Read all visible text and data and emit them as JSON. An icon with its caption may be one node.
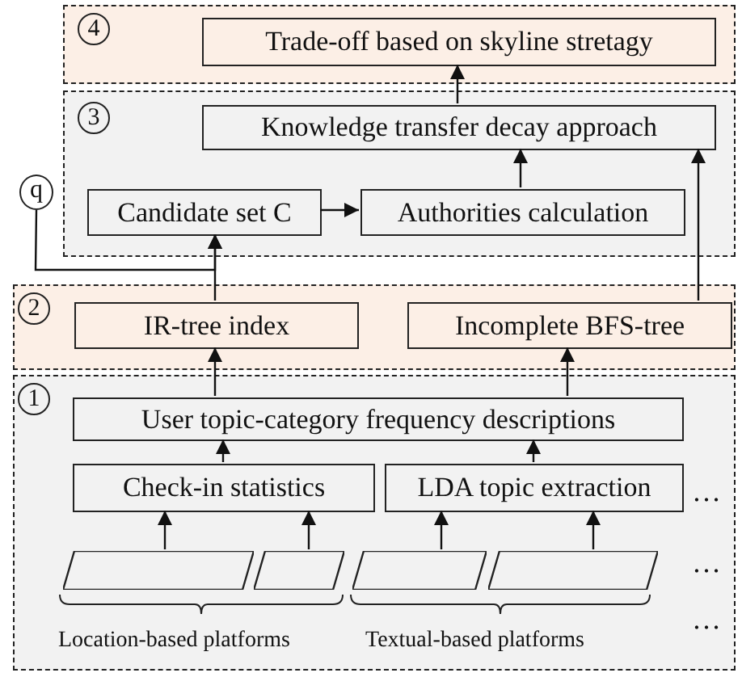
{
  "diagram": {
    "nodes": [
      {
        "text": [
          "4"
        ]
      },
      {
        "text": [
          "Trade-off based on skyline stretagy"
        ],
        "in": 0
      },
      {
        "text": [
          "3"
        ]
      },
      {
        "text": [
          "Knowledge transfer decay approach"
        ],
        "in": 2
      },
      {
        "text": [
          "Candidate set C"
        ],
        "in": 2
      },
      {
        "text": [
          "Authorities calculation"
        ],
        "in": 2
      },
      {
        "text": [
          "q"
        ]
      },
      {
        "text": [
          "2"
        ]
      },
      {
        "text": [
          "IR-tree index"
        ],
        "in": 7
      },
      {
        "text": [
          "Incomplete BFS-tree"
        ],
        "in": 7
      },
      {
        "text": [
          "1"
        ]
      },
      {
        "text": [
          "User topic-category frequency descriptions"
        ],
        "in": 10
      },
      {
        "text": [
          "Check-in statistics"
        ],
        "in": 10
      },
      {
        "text": [
          "LDA topic extraction"
        ],
        "in": 10
      },
      {
        "text": [],
        "shape": "parallelogram",
        "in": 10
      },
      {
        "text": [],
        "shape": "parallelogram",
        "in": 10
      },
      {
        "text": [],
        "shape": "parallelogram",
        "in": 10
      },
      {
        "text": [],
        "shape": "parallelogram",
        "in": 10
      }
    ],
    "edges": [
      {
        "from": 3,
        "to": 1,
        "arrow": "to"
      },
      {
        "from": 5,
        "to": 3,
        "arrow": "to"
      },
      {
        "from": 9,
        "to": 3,
        "arrow": "to"
      },
      {
        "from": 4,
        "to": 5,
        "arrow": "to"
      },
      {
        "from": 8,
        "to": 4,
        "arrow": "to"
      },
      {
        "from": 6,
        "to": 4,
        "arrow": "to"
      },
      {
        "from": 11,
        "to": 8,
        "arrow": "to"
      },
      {
        "from": 11,
        "to": 9,
        "arrow": "to"
      },
      {
        "from": 12,
        "to": 11,
        "arrow": "to"
      },
      {
        "from": 13,
        "to": 11,
        "arrow": "to"
      },
      {
        "from": 14,
        "to": 12,
        "arrow": "to"
      },
      {
        "from": 15,
        "to": 12,
        "arrow": "to"
      },
      {
        "from": 16,
        "to": 13,
        "arrow": "to"
      },
      {
        "from": 17,
        "to": 13,
        "arrow": "to"
      }
    ],
    "labels": [
      "…",
      "…",
      "Location-based platforms",
      "Textual-based platforms",
      "…"
    ]
  }
}
